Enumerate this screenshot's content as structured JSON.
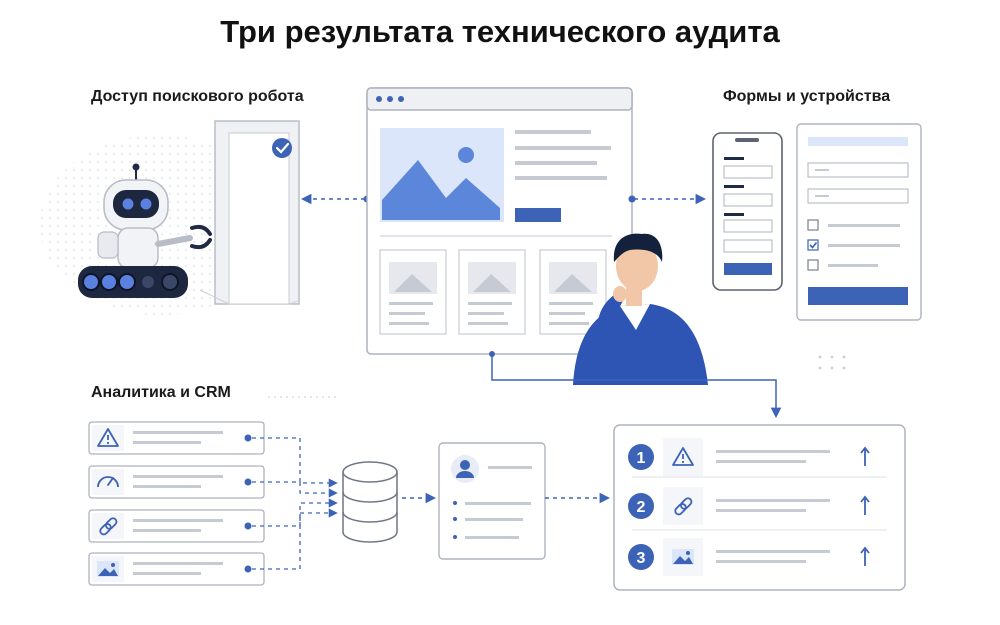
{
  "title": "Три результата технического аудита",
  "sections": {
    "crawler": "Доступ поискового робота",
    "forms": "Формы и устройства",
    "analytics": "Аналитика и CRM"
  },
  "analytics_items": [
    {
      "icon": "warning-icon"
    },
    {
      "icon": "speedometer-icon"
    },
    {
      "icon": "link-icon"
    },
    {
      "icon": "image-icon"
    }
  ],
  "results": [
    {
      "number": "1",
      "icon": "warning-icon",
      "trend": "arrow-up-icon"
    },
    {
      "number": "2",
      "icon": "link-icon",
      "trend": "arrow-up-icon"
    },
    {
      "number": "3",
      "icon": "image-icon",
      "trend": "arrow-up-icon"
    }
  ],
  "colors": {
    "accent": "#3c63b6",
    "accent_light": "#6b8fd6",
    "robot_eye": "#5a80e0",
    "line": "#c6cbd3",
    "panel_bg": "#f5f6f9",
    "person_shirt": "#2e55b4"
  }
}
